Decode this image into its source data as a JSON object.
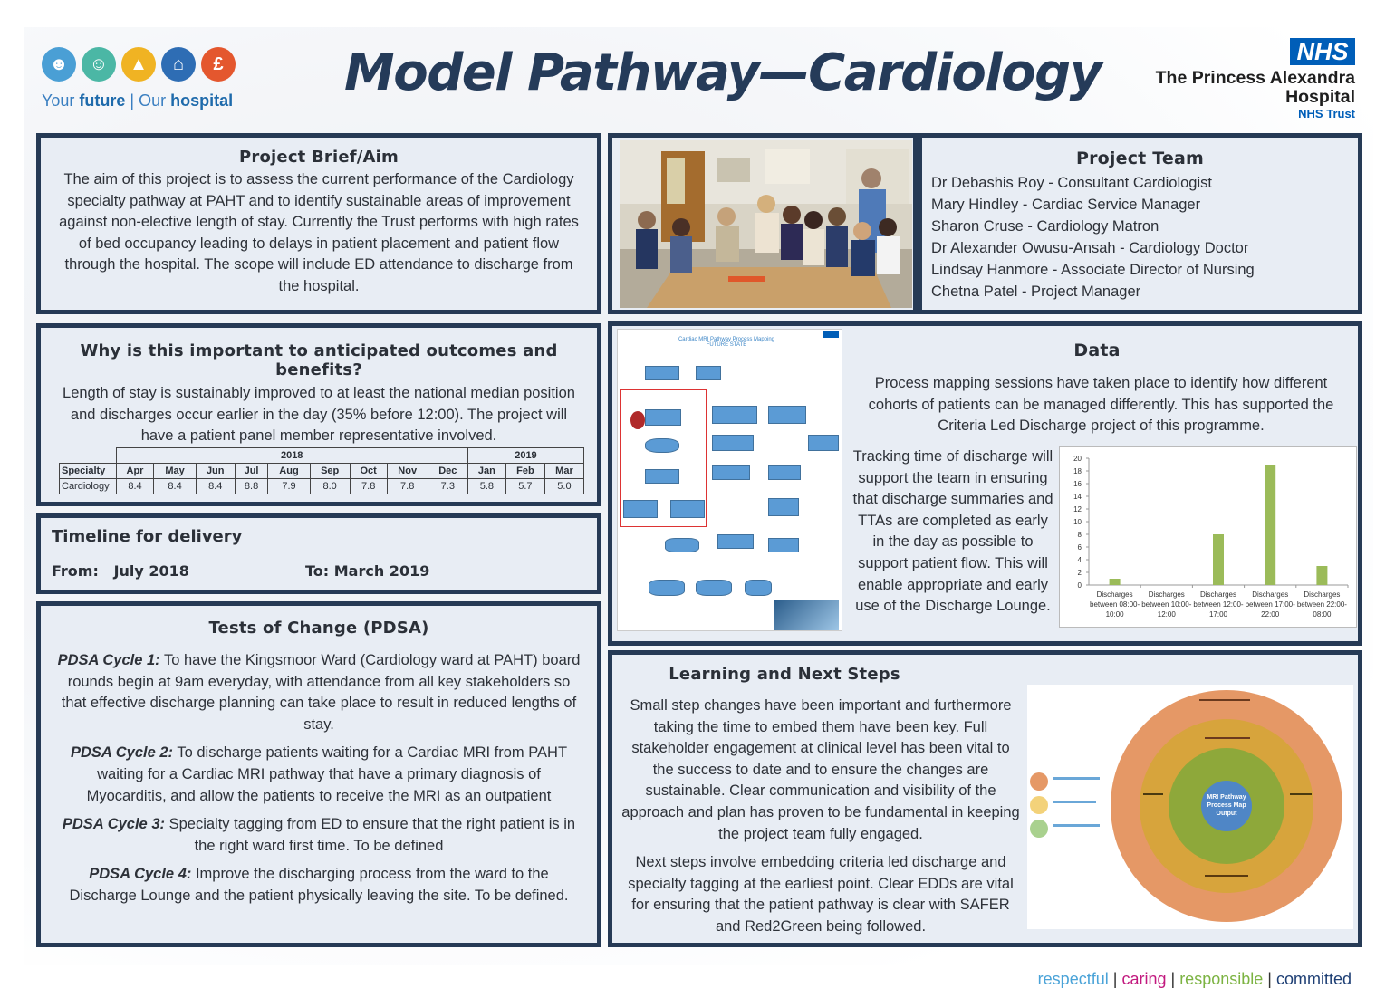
{
  "header": {
    "title": "Model Pathway—Cardiology",
    "tagline_your": "Your",
    "tagline_future": "future",
    "tagline_sep": "|",
    "tagline_our": "Our",
    "tagline_hospital": "hospital",
    "nhs": "NHS",
    "trust_line1": "The Princess Alexandra",
    "trust_line2": "Hospital",
    "trust_line3": "NHS Trust"
  },
  "brief": {
    "heading": "Project Brief/Aim",
    "text": "The aim of this project is to assess the current performance of the Cardiology specialty pathway at PAHT and to identify sustainable areas of improvement against non-elective length of stay.  Currently the Trust performs with high rates of bed occupancy leading to delays in patient placement and patient flow through the hospital. The scope will include ED attendance to discharge from the hospital."
  },
  "team": {
    "heading": "Project Team",
    "members": [
      "Dr Debashis Roy - Consultant Cardiologist",
      "Mary Hindley - Cardiac Service Manager",
      "Sharon Cruse - Cardiology Matron",
      "Dr Alexander Owusu-Ansah - Cardiology Doctor",
      "Lindsay Hanmore - Associate Director of Nursing",
      "Chetna Patel  - Project Manager"
    ]
  },
  "why": {
    "heading": "Why is this important to anticipated outcomes and benefits?",
    "text": "Length of stay is sustainably improved to at least the  national  median position and discharges occur earlier in the day (35% before 12:00). The project will have a patient panel member representative involved.",
    "table": {
      "year1": "2018",
      "year2": "2019",
      "head_label": "Specialty",
      "months": [
        "Apr",
        "May",
        "Jun",
        "Jul",
        "Aug",
        "Sep",
        "Oct",
        "Nov",
        "Dec",
        "Jan",
        "Feb",
        "Mar"
      ],
      "row_label": "Cardiology",
      "values": [
        "8.4",
        "8.4",
        "8.4",
        "8.8",
        "7.9",
        "8.0",
        "7.8",
        "7.8",
        "7.3",
        "5.8",
        "5.7",
        "5.0"
      ]
    }
  },
  "timeline": {
    "heading": "Timeline for delivery",
    "from_label": "From:",
    "from_value": "July 2018",
    "to_label": "To: March 2019"
  },
  "pdsa": {
    "heading": "Tests of Change (PDSA)",
    "cycles": [
      {
        "label": "PDSA Cycle 1:",
        "text": " To have the Kingsmoor Ward (Cardiology ward at PAHT) board rounds begin at 9am everyday, with attendance from all key stakeholders so that effective discharge planning can take place to result in reduced lengths of stay."
      },
      {
        "label": "PDSA Cycle 2:",
        "text": " To discharge patients waiting for a Cardiac MRI from PAHT waiting for a Cardiac MRI pathway that have a primary diagnosis of Myocarditis, and allow the patients to receive the MRI as an outpatient"
      },
      {
        "label": "PDSA Cycle 3:",
        "text": " Specialty tagging from ED to ensure that the right patient is in the right ward first time. To be defined"
      },
      {
        "label": "PDSA Cycle 4:",
        "text": " Improve the discharging process from the ward to the Discharge Lounge and the patient physically leaving the site. To be defined."
      }
    ]
  },
  "data": {
    "heading": "Data",
    "intro": "Process mapping sessions have taken place to identify how different cohorts of patients can be managed differently. This has supported the Criteria Led Discharge project of this programme.",
    "tracking": "Tracking time of discharge will support the team in ensuring that discharge summaries and TTAs are completed as early in the day as possible to support patient flow. This will enable appropriate and early use of the Discharge Lounge.",
    "flow_title": "Cardiac MRI Pathway Process Mapping",
    "flow_subtitle": "FUTURE STATE"
  },
  "chart_data": {
    "type": "bar",
    "categories": [
      "Discharges between 08:00-10:00",
      "Discharges between 10:00-12:00",
      "Discharges between 12:00-17:00",
      "Discharges between 17:00-22:00",
      "Discharges between 22:00-08:00"
    ],
    "category_lines": [
      [
        "Discharges",
        "between 08:00-",
        "10:00"
      ],
      [
        "Discharges",
        "between 10:00-",
        "12:00"
      ],
      [
        "Discharges",
        "between 12:00-",
        "17:00"
      ],
      [
        "Discharges",
        "between 17:00-",
        "22:00"
      ],
      [
        "Discharges",
        "between 22:00-",
        "08:00"
      ]
    ],
    "values": [
      1,
      0,
      8,
      19,
      3
    ],
    "ylim": [
      0,
      20
    ],
    "yticks": [
      0,
      2,
      4,
      6,
      8,
      10,
      12,
      14,
      16,
      18,
      20
    ],
    "color": "#9bbb59",
    "grid": false
  },
  "learning": {
    "heading": "Learning and Next Steps",
    "para1": "Small step changes have been important and furthermore taking the time to embed them have been key. Full stakeholder engagement at clinical level has been vital to the success to date and to ensure the changes are sustainable. Clear communication and visibility of the approach and plan has proven to be fundamental in keeping the project team fully engaged.",
    "para2": "Next steps involve embedding criteria led discharge and specialty tagging at the earliest point. Clear EDDs are vital for ensuring that the patient pathway is clear with SAFER and Red2Green being followed.",
    "center_label": "MRI Pathway Process Map Output"
  },
  "footer": {
    "respectful": "respectful",
    "caring": "caring",
    "responsible": "responsible",
    "committed": "committed",
    "sep": "|"
  },
  "colors": {
    "frame": "#263a55",
    "panel": "#e8edf4",
    "title": "#253b59",
    "nhs_blue": "#005eb8"
  }
}
